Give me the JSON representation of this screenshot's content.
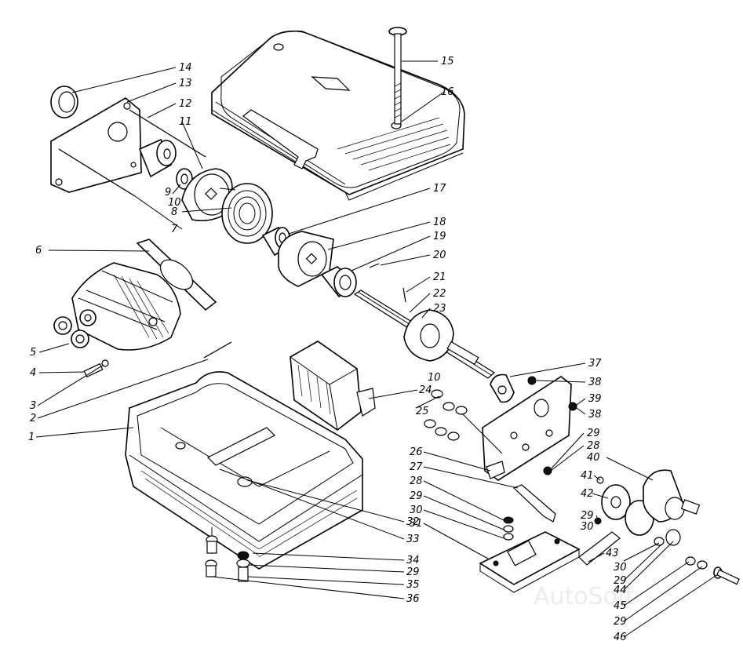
{
  "labels": {
    "l1": "1",
    "l2": "2",
    "l3": "3",
    "l4": "4",
    "l5": "5",
    "l6": "6",
    "l7": "7",
    "l8": "8",
    "l9": "9",
    "l10a": "10",
    "l10b": "10",
    "l11": "11",
    "l12": "12",
    "l13": "13",
    "l14": "14",
    "l15": "15",
    "l16": "16",
    "l17": "17",
    "l18": "18",
    "l19": "19",
    "l20": "20",
    "l21": "21",
    "l22": "22",
    "l23": "23",
    "l24": "24",
    "l25": "25",
    "l26": "26",
    "l27": "27",
    "l28a": "28",
    "l28b": "28",
    "l29a": "29",
    "l29b": "29",
    "l29c": "29",
    "l29d": "29",
    "l29e": "29",
    "l30a": "30",
    "l30b": "30",
    "l30c": "30",
    "l31": "31",
    "l32": "32",
    "l33": "33",
    "l34": "34",
    "l35": "35",
    "l36": "36",
    "l37": "37",
    "l38a": "38",
    "l38b": "38",
    "l39": "39",
    "l40": "40",
    "l41": "41",
    "l42": "42",
    "l43": "43",
    "l44": "44",
    "l45": "45",
    "l46": "46"
  },
  "watermark": "AutoSoft"
}
